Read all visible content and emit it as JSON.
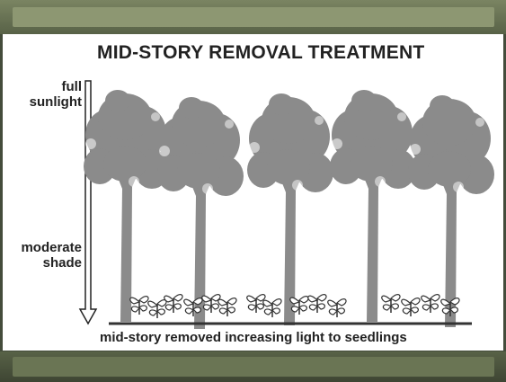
{
  "diagram": {
    "title": "MID-STORY REMOVAL TREATMENT",
    "light_top_label": [
      "full",
      "sunlight"
    ],
    "light_bottom_label": [
      "moderate",
      "shade"
    ],
    "caption": "mid-story removed increasing light to seedlings"
  },
  "colors": {
    "frame": "#586247",
    "panel": "#ffffff",
    "tree": "#8b8b8b",
    "ink": "#222222"
  },
  "icons": [
    "gradient-arrow-icon",
    "tree-icon",
    "seedling-icon",
    "ground-line"
  ]
}
